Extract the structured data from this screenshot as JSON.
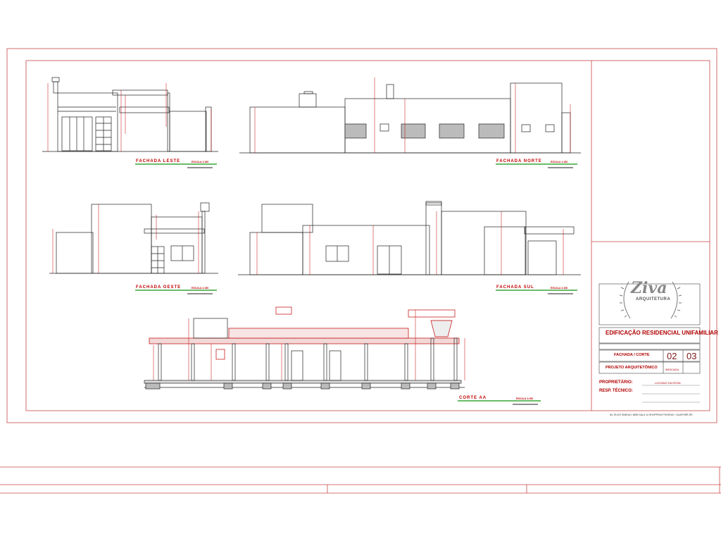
{
  "views": {
    "fachada_leste": {
      "title": "FACHADA LESTE",
      "scale": "ESCALA 1:150"
    },
    "fachada_norte": {
      "title": "FACHADA NORTE",
      "scale": "ESCALA 1:150"
    },
    "fachada_oeste": {
      "title": "FACHADA OESTE",
      "scale": "ESCALA 1:150"
    },
    "fachada_sul": {
      "title": "FACHADA SUL",
      "scale": "ESCALA 1:150"
    },
    "corte_aa": {
      "title": "CORTE AA",
      "scale": "ESCALA 1:150"
    }
  },
  "title_block": {
    "logo_name": "Ziva",
    "logo_sub": "ARQUITETURA",
    "project_title": "EDIFICAÇÃO RESIDENCIAL UNIFAMILIAR",
    "sheet_content": "FACHADA / CORTE",
    "sheet_number": "02",
    "sheet_total": "03",
    "project_type": "PROJETO ARQUITETÔNICO",
    "scale_value": "INDICADA",
    "owner_label": "PROPRIETÁRIO:",
    "owner_value": "LUCIANO DA ROSA",
    "tech_label": "RESP. TÉCNICO:",
    "footer_text": "AV. ELVIO SIMEAO, 6555 SALA 14 SHOPPING PHOENIX / GUAPORÉ-RS"
  }
}
